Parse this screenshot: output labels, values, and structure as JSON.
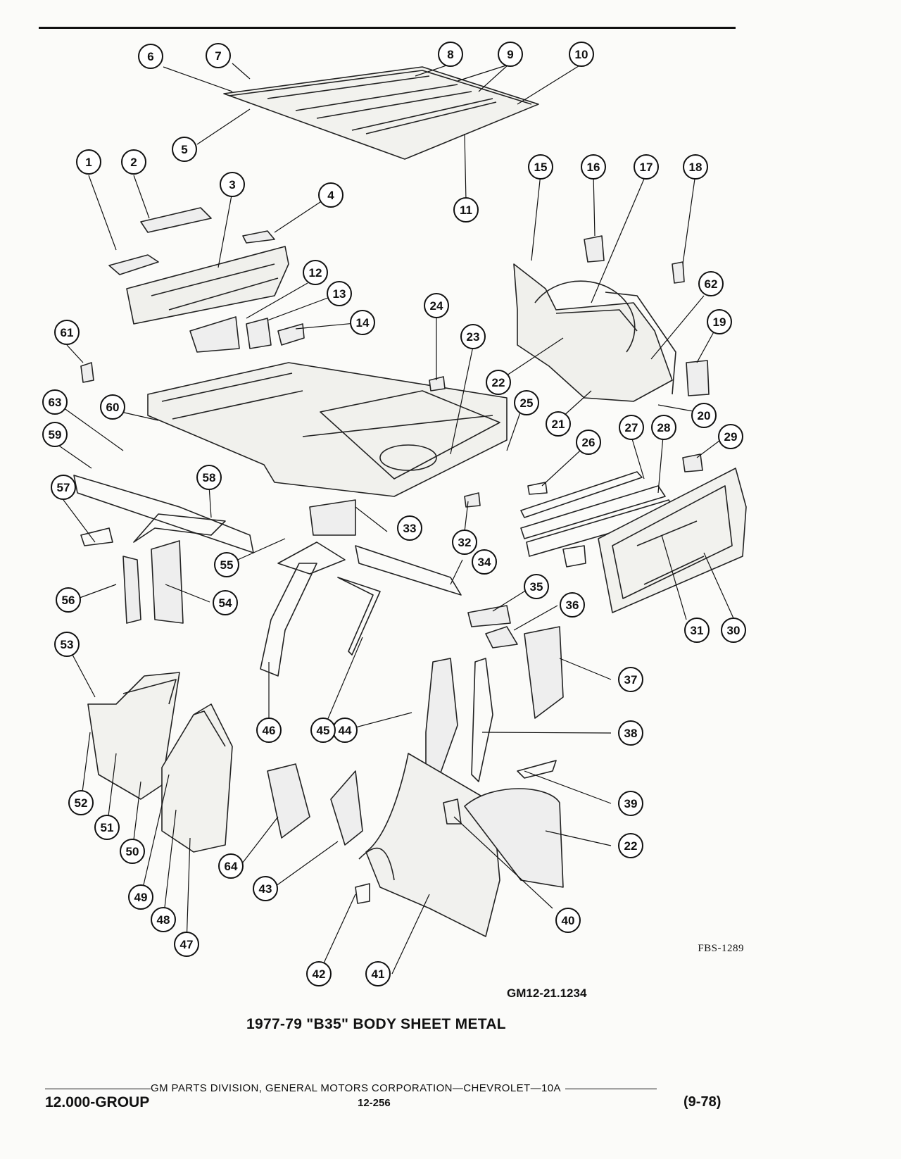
{
  "codes": {
    "figure": "FBS-1289",
    "catalog": "GM12-21.1234"
  },
  "caption": "1977-79 \"B35\" BODY SHEET METAL",
  "footer": {
    "line": "GM PARTS DIVISION, GENERAL MOTORS CORPORATION—CHEVROLET—10A",
    "group": "12.000-GROUP",
    "page": "12-256",
    "date": "(9-78)"
  },
  "callouts": [
    "1",
    "2",
    "3",
    "4",
    "5",
    "6",
    "7",
    "8",
    "9",
    "10",
    "11",
    "12",
    "13",
    "14",
    "15",
    "16",
    "17",
    "18",
    "19",
    "20",
    "21",
    "22",
    "23",
    "24",
    "25",
    "26",
    "27",
    "28",
    "29",
    "30",
    "31",
    "32",
    "33",
    "34",
    "35",
    "36",
    "37",
    "38",
    "39",
    "40",
    "41",
    "42",
    "43",
    "44",
    "45",
    "46",
    "47",
    "48",
    "49",
    "50",
    "51",
    "52",
    "53",
    "54",
    "55",
    "56",
    "57",
    "58",
    "59",
    "60",
    "61",
    "62",
    "63",
    "64",
    "22"
  ]
}
